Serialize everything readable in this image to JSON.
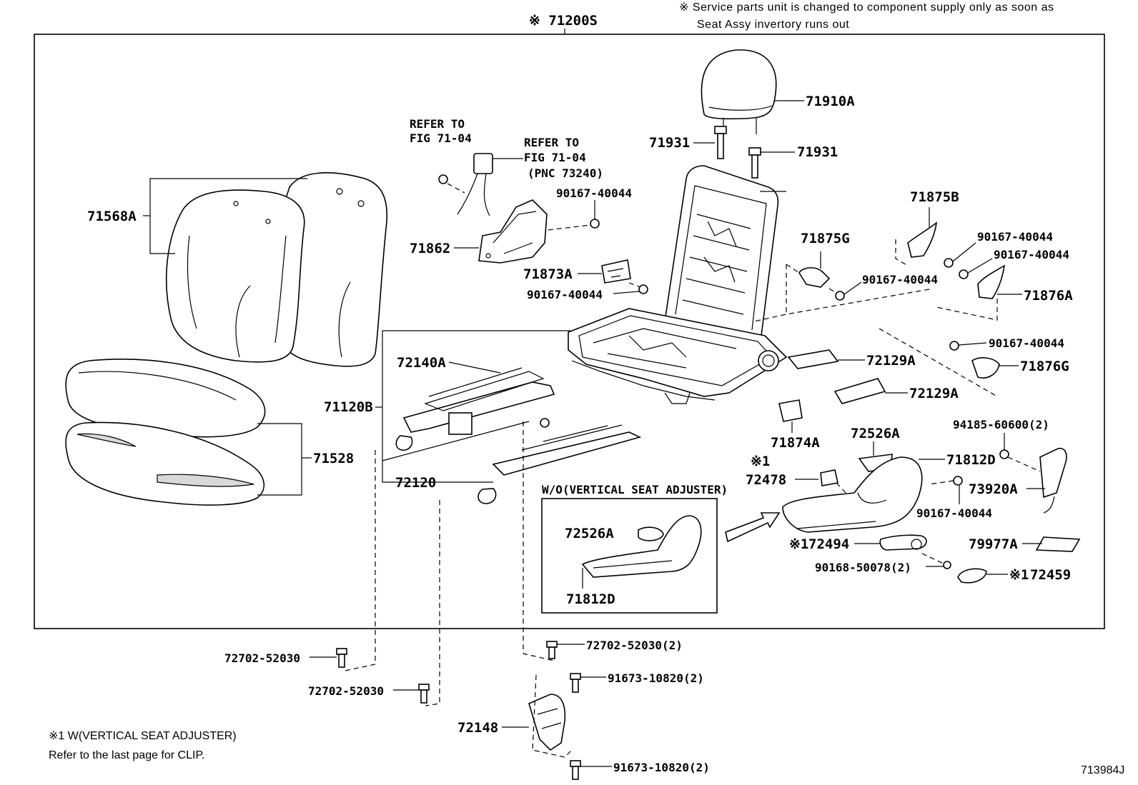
{
  "header": {
    "assembly_ref": "※ 71200S",
    "note_line1": "※ Service parts unit is changed to component supply only as soon as",
    "note_line2": "Seat Assy invertory runs out"
  },
  "labels": {
    "l71910A": "71910A",
    "l71931a": "71931",
    "l71931b": "71931",
    "refer1a": "REFER TO",
    "refer1b": "FIG 71-04",
    "refer2a": "REFER TO",
    "refer2b": "FIG 71-04",
    "refer2c": "(PNC 73240)",
    "l90167_a": "90167-40044",
    "l71568A": "71568A",
    "l71862": "71862",
    "l71873A": "71873A",
    "l90167_b": "90167-40044",
    "l71875B": "71875B",
    "l71875G": "71875G",
    "l90167_c": "90167-40044",
    "l90167_d": "90167-40044",
    "l90167_e": "90167-40044",
    "l71876A": "71876A",
    "l90167_f": "90167-40044",
    "l71876G": "71876G",
    "l72140A": "72140A",
    "l71120B": "71120B",
    "l72129A_a": "72129A",
    "l72129A_b": "72129A",
    "l71874A": "71874A",
    "l94185": "94185-60600(2)",
    "l72526A": "72526A",
    "l71812D": "71812D",
    "l71528": "71528",
    "l72120": "72120",
    "star1_72478": "※1",
    "l72478": "72478",
    "l73920A": "73920A",
    "wo_title": "W/O(VERTICAL SEAT ADJUSTER)",
    "wo_72526A": "72526A",
    "wo_71812D": "71812D",
    "l90167_g": "90167-40044",
    "star1_72494": "※1",
    "l72494": "72494",
    "l79977A": "79977A",
    "l90168": "90168-50078(2)",
    "star1_72459": "※1",
    "l72459": "72459",
    "l72702_a": "72702-52030",
    "l72702_b": "72702-52030(2)",
    "l91673_a": "91673-10820(2)",
    "l72702_c": "72702-52030",
    "l72148": "72148",
    "l91673_b": "91673-10820(2)"
  },
  "footer": {
    "note1": "※1  W(VERTICAL SEAT ADJUSTER)",
    "note2": "Refer to the last page for CLIP.",
    "figure_id": "713984J"
  }
}
